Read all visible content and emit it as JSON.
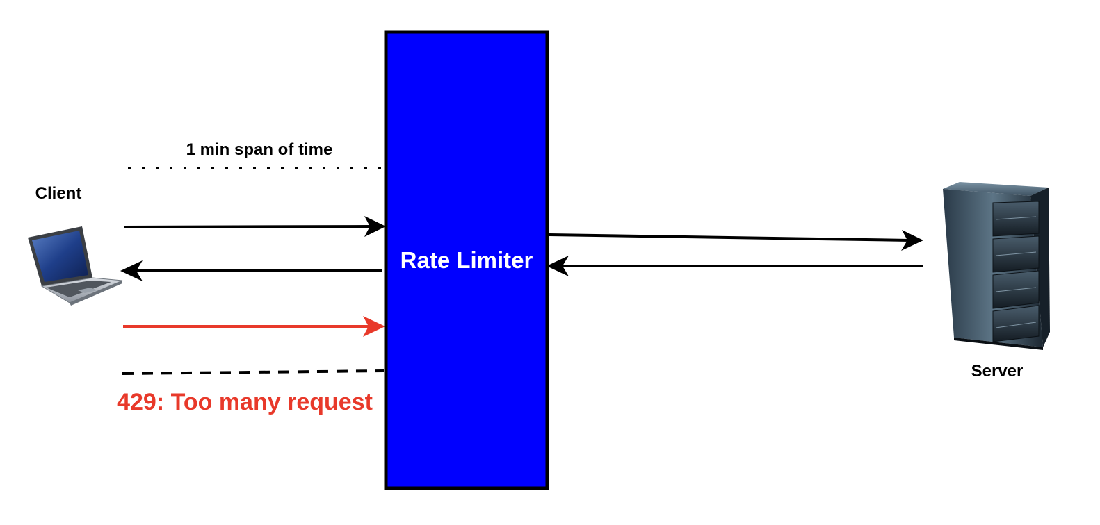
{
  "labels": {
    "client": "Client",
    "server": "Server",
    "rate_limiter": "Rate Limiter",
    "time_span": "1 min span of time",
    "error": "429: Too many request"
  },
  "colors": {
    "rate_limiter_fill": "#0000ff",
    "rate_limiter_border": "#000000",
    "arrow": "#000000",
    "rejected_arrow": "#e8392a",
    "error_text": "#e8392a",
    "label_text": "#000000",
    "rate_limiter_text": "#ffffff"
  },
  "icons": {
    "client": "laptop-icon",
    "server": "server-rack-icon"
  },
  "lines": {
    "window_start": "dotted",
    "window_end": "dashed"
  }
}
